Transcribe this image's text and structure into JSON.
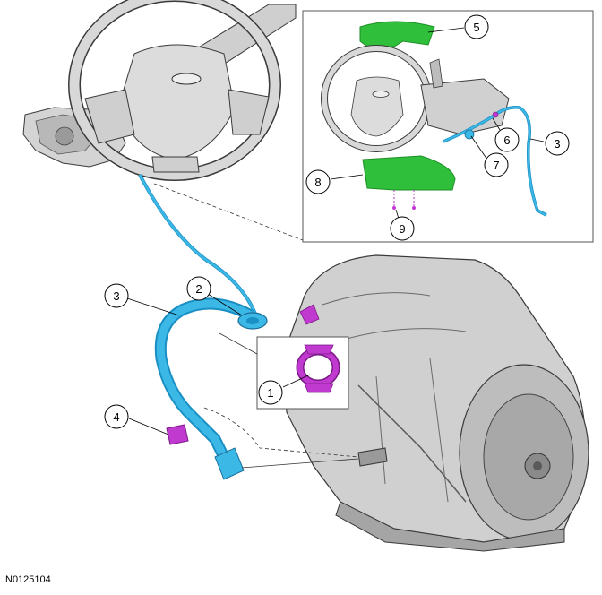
{
  "figure_id": "N0125104",
  "callouts": [
    {
      "id": "c1",
      "label": "1"
    },
    {
      "id": "c2",
      "label": "2"
    },
    {
      "id": "c3a",
      "label": "3"
    },
    {
      "id": "c3b",
      "label": "3"
    },
    {
      "id": "c4",
      "label": "4"
    },
    {
      "id": "c5",
      "label": "5"
    },
    {
      "id": "c6",
      "label": "6"
    },
    {
      "id": "c7",
      "label": "7"
    },
    {
      "id": "c8",
      "label": "8"
    },
    {
      "id": "c9",
      "label": "9"
    }
  ],
  "colors": {
    "cable": "#3bb8e6",
    "cable_dark": "#1a8fc4",
    "clip": "#c03ad0",
    "shroud": "#2fbf3a",
    "shroud_dark": "#1e8f27",
    "metal": "#c8c8c8",
    "metal_dark": "#8a8a8a",
    "outline": "#3a3a3a"
  }
}
